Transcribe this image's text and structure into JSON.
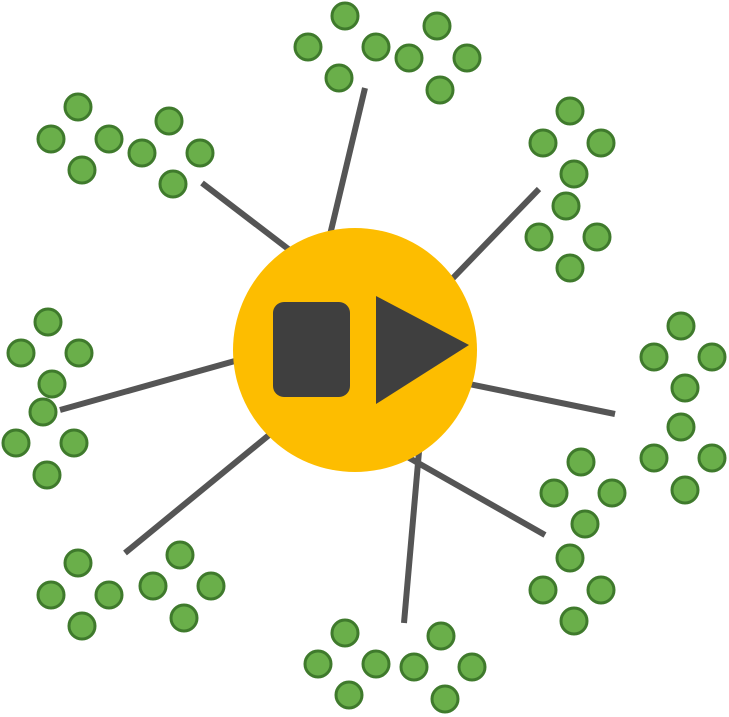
{
  "colors": {
    "background": "#ffffff",
    "hub": "#fdbd00",
    "shape": "#3f3f3f",
    "connector": "#555555",
    "node_fill": "#6aaf4a",
    "node_stroke": "#3f7a2c"
  },
  "hub": {
    "icons": [
      "stop-square-icon",
      "play-triangle-icon"
    ]
  },
  "clusters": [
    {
      "name": "cluster-top",
      "dot_count": 8
    },
    {
      "name": "cluster-top-left",
      "dot_count": 8
    },
    {
      "name": "cluster-top-right",
      "dot_count": 8
    },
    {
      "name": "cluster-left",
      "dot_count": 8
    },
    {
      "name": "cluster-right",
      "dot_count": 8
    },
    {
      "name": "cluster-bottom-left",
      "dot_count": 8
    },
    {
      "name": "cluster-bottom-right",
      "dot_count": 8
    },
    {
      "name": "cluster-bottom",
      "dot_count": 8
    }
  ],
  "connectors": [
    {
      "name": "connector-top",
      "from": "square",
      "to": "cluster-top"
    },
    {
      "name": "connector-top-left",
      "from": "triangle",
      "to": "cluster-top-left"
    },
    {
      "name": "connector-top-right",
      "from": "triangle",
      "to": "cluster-top-right"
    },
    {
      "name": "connector-left",
      "from": "square",
      "to": "cluster-left"
    },
    {
      "name": "connector-right",
      "from": "triangle",
      "to": "cluster-right"
    },
    {
      "name": "connector-bottom-left",
      "from": "square",
      "to": "cluster-bottom-left"
    },
    {
      "name": "connector-bottom-right",
      "from": "square",
      "to": "cluster-bottom-right"
    },
    {
      "name": "connector-bottom",
      "from": "triangle",
      "to": "cluster-bottom"
    }
  ]
}
